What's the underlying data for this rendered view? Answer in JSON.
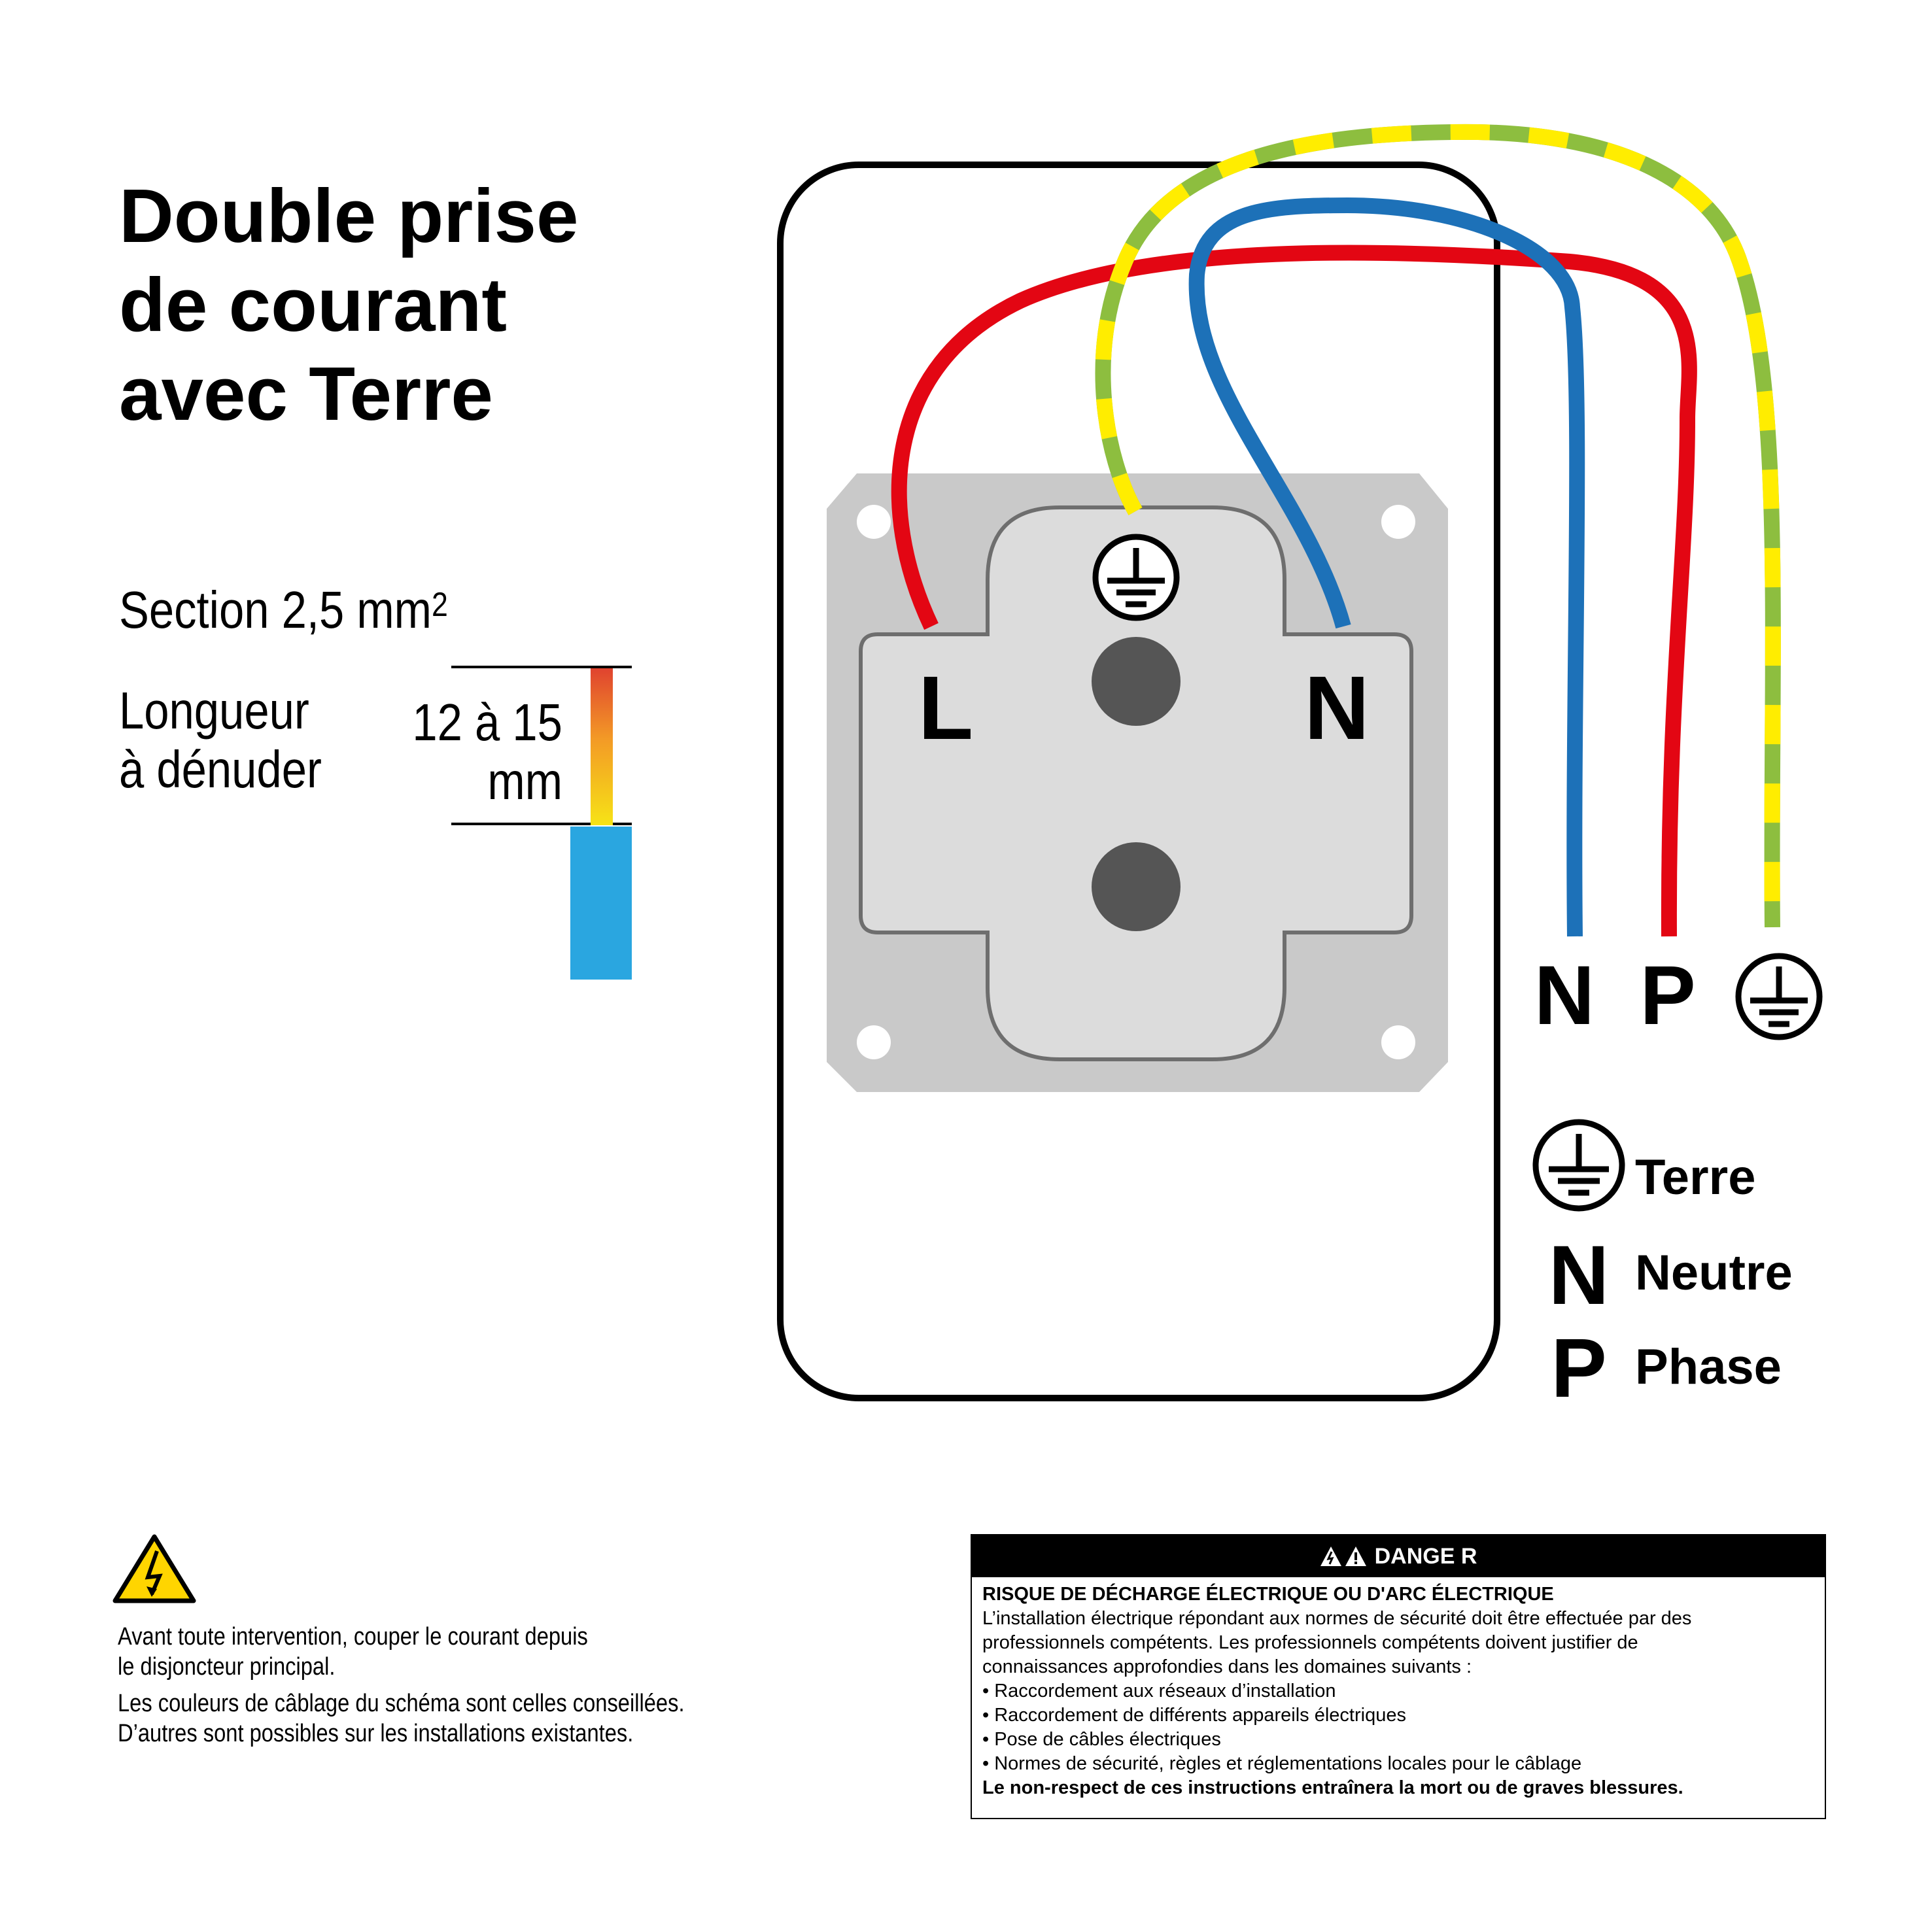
{
  "title": {
    "line1": "Double prise",
    "line2": "de courant",
    "line3": "avec Terre"
  },
  "section": {
    "label": "Section 2,5 mm",
    "superscript": "2"
  },
  "strip": {
    "label_line1": "Longueur",
    "label_line2": "à dénuder",
    "length_line1": "12 à 15",
    "length_line2": "mm"
  },
  "socket": {
    "left_terminal": "L",
    "right_terminal": "N",
    "earth_symbol": "earth-icon"
  },
  "terminals": {
    "n": "N",
    "p": "P",
    "earth": "earth-icon"
  },
  "legend": [
    {
      "symbol": "earth-icon",
      "label": "Terre"
    },
    {
      "symbol": "N",
      "label": "Neutre"
    },
    {
      "symbol": "P",
      "label": "Phase"
    }
  ],
  "colors": {
    "phase": "#E30613",
    "neutral": "#1D71B8",
    "earth_green": "#8DBE3F",
    "earth_yellow": "#FFED00",
    "plate": "#C9C9C9",
    "socket_face": "#DCDCDC",
    "pin": "#555555",
    "insulation": "#2AA6E0"
  },
  "warning": {
    "icon": "electric-hazard-icon",
    "line1": "Avant toute intervention, couper le courant depuis",
    "line2": "le disjoncteur principal.",
    "line3": "Les couleurs de câblage du schéma sont celles conseillées.",
    "line4": "D’autres sont possibles sur les installations existantes."
  },
  "danger": {
    "header": "DANGE R",
    "header_icon": "warning-triangle-icon",
    "title": "RISQUE DE DÉCHARGE ÉLECTRIQUE OU D'ARC ÉLECTRIQUE",
    "intro1": "L’installation électrique répondant aux normes de sécurité doit être effectuée par des",
    "intro2": "professionnels compétents. Les professionnels compétents doivent justifier de",
    "intro3": "connaissances approfondies dans les domaines suivants :",
    "items": [
      "Raccordement aux réseaux d’installation",
      "Raccordement de différents appareils électriques",
      "Pose de câbles électriques",
      "Normes de sécurité, règles et réglementations locales pour le câblage"
    ],
    "footer": "Le non-respect de ces instructions entraînera la mort ou de graves blessures."
  }
}
